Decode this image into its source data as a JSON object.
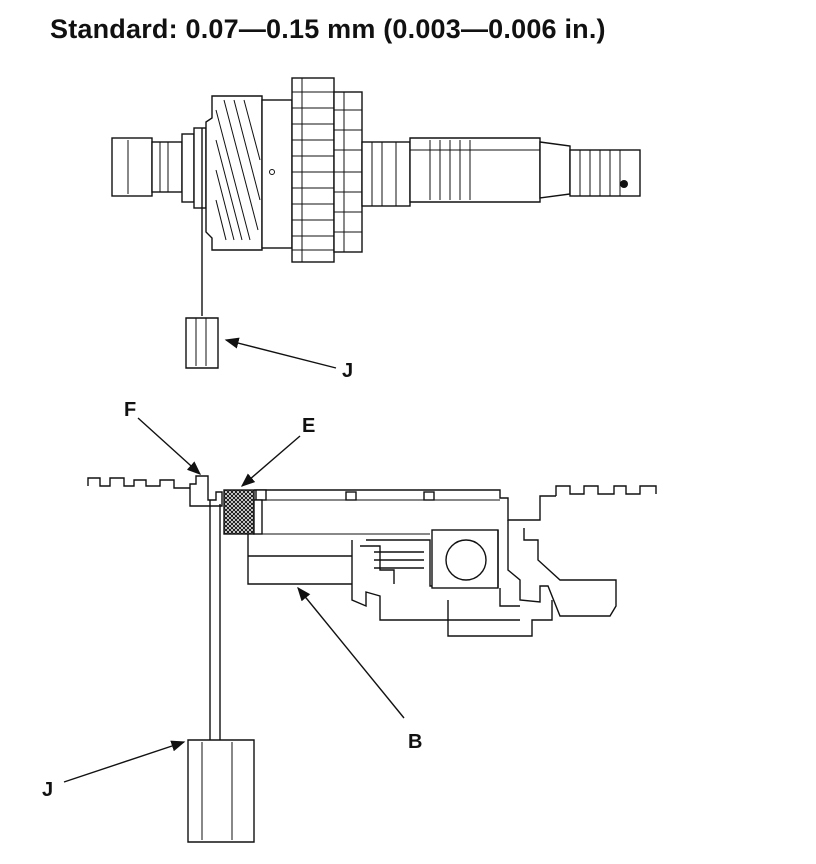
{
  "header": {
    "standard_text": "Standard: 0.07—0.15 mm (0.003—0.006 in.)"
  },
  "labels": {
    "j_top": "J",
    "f": "F",
    "e": "E",
    "b": "B",
    "j_bottom": "J"
  }
}
